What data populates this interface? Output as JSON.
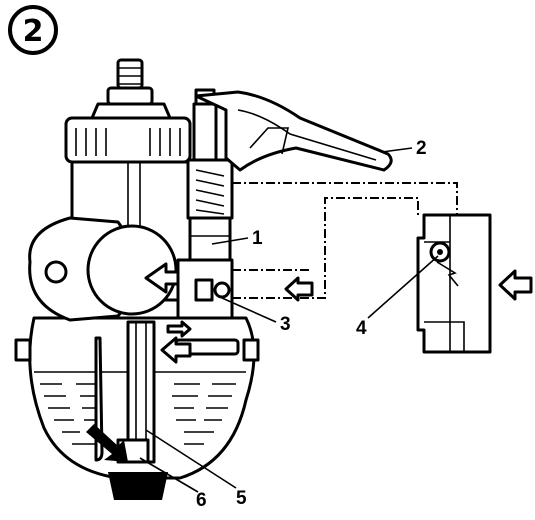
{
  "figure_number": "2",
  "callouts": [
    "1",
    "2",
    "3",
    "4",
    "5",
    "6"
  ]
}
